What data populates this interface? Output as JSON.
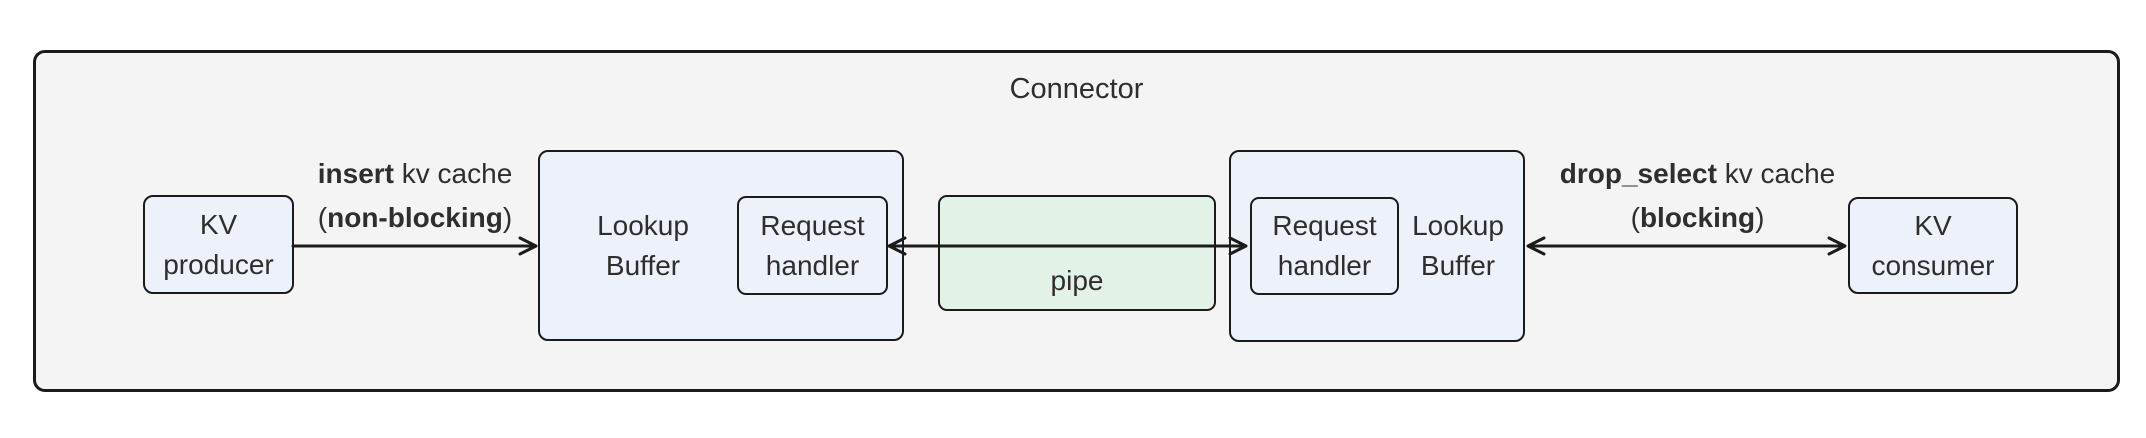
{
  "title": "Connector",
  "colors": {
    "page_bg": "#ffffff",
    "container_bg": "#f4f4f4",
    "node_bg": "#edf1fa",
    "pipe_bg": "#e2f2e6",
    "border": "#1b1b1b",
    "text": "#2e2e2e"
  },
  "nodes": {
    "kv_producer": {
      "line1": "KV",
      "line2": "producer"
    },
    "lookup_buffer_left": {
      "line1": "Lookup",
      "line2": "Buffer"
    },
    "request_handler_left": {
      "line1": "Request",
      "line2": "handler"
    },
    "pipe": {
      "label": "pipe"
    },
    "request_handler_right": {
      "line1": "Request",
      "line2": "handler"
    },
    "lookup_buffer_right": {
      "line1": "Lookup",
      "line2": "Buffer"
    },
    "kv_consumer": {
      "line1": "KV",
      "line2": "consumer"
    }
  },
  "edges": {
    "insert": {
      "bold1": "insert",
      "rest1": " kv cache",
      "pre2": "(",
      "bold2": "non-blocking",
      "post2": ")",
      "direction": "right"
    },
    "pipe_link": {
      "direction": "both"
    },
    "drop_select": {
      "bold1": "drop_select",
      "rest1": " kv cache",
      "pre2": "(",
      "bold2": "blocking",
      "post2": ")",
      "direction": "both"
    }
  }
}
